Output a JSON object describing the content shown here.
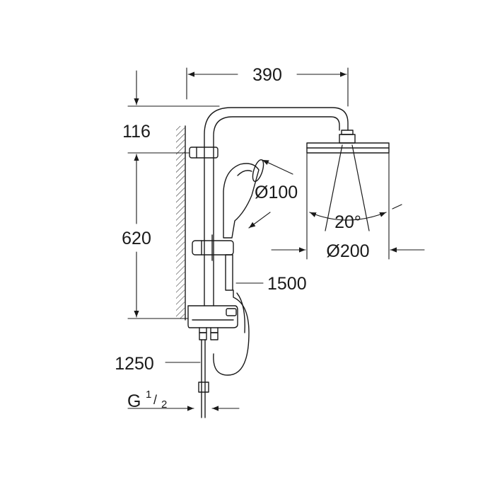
{
  "labels": {
    "width": "390",
    "top_offset": "116",
    "rail_height": "620",
    "hand_shower_diameter": "Ø100",
    "spray_angle": "20°",
    "head_diameter": "Ø200",
    "hose_length": "1500",
    "pipe_length": "1250",
    "thread": "G",
    "thread_num": "1",
    "thread_slash": "/",
    "thread_den": "2"
  },
  "colors": {
    "line": "#1a1a1a",
    "background": "#ffffff"
  }
}
